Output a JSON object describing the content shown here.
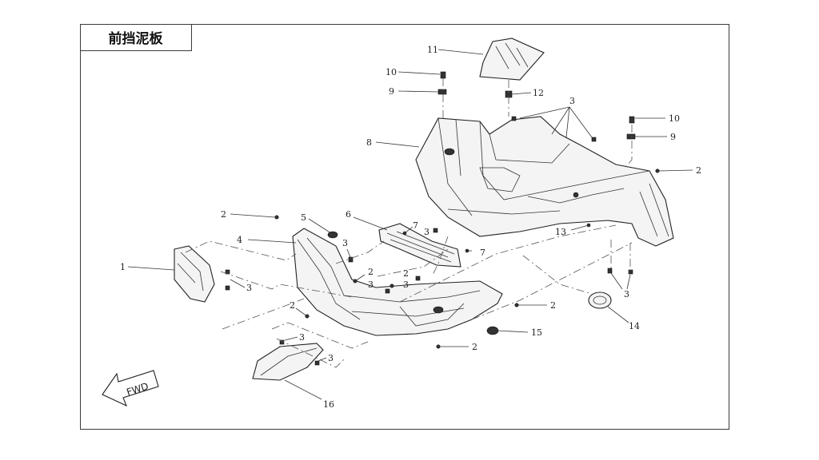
{
  "title": "前挡泥板",
  "fwd_label": "FWD",
  "callouts": [
    "1",
    "2",
    "2",
    "2",
    "2",
    "2",
    "2",
    "2",
    "2",
    "3",
    "3",
    "3",
    "3",
    "3",
    "3",
    "3",
    "3",
    "3",
    "3",
    "4",
    "5",
    "6",
    "7",
    "7",
    "8",
    "9",
    "9",
    "10",
    "10",
    "11",
    "12",
    "13",
    "14",
    "15",
    "16"
  ]
}
